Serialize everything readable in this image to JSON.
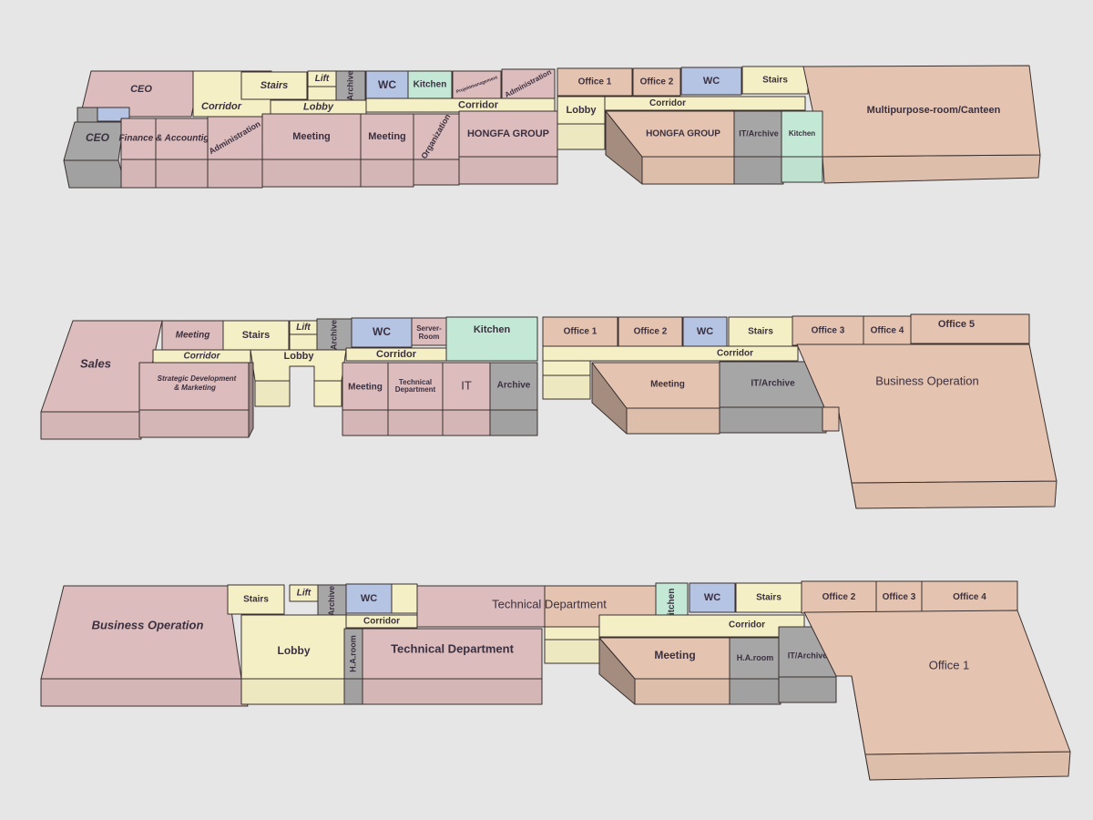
{
  "colors": {
    "office": "#dcbcbc",
    "peach": "#e4c4b0",
    "circulation": "#f5efc6",
    "storage": "#a6a6a6",
    "sanitary": "#b6c4e4",
    "kitchen": "#c4e8d6",
    "background": "#e6e6e6"
  },
  "floors": [
    {
      "name": "floor-upper",
      "rooms": [
        "CEO",
        "Corridor",
        "Stairs",
        "Lift",
        "Archive",
        "WC",
        "Kitchen",
        "Projektmanagement",
        "Administration",
        "Lobby",
        "Corridor",
        "CEO",
        "Finance & Accountig",
        "Administration",
        "Meeting",
        "Meeting",
        "Organization",
        "HONGFA GROUP",
        "Office 1",
        "Office 2",
        "WC",
        "Stairs",
        "Multipurpose-room/Canteen",
        "Lobby",
        "Corridor",
        "HONGFA GROUP",
        "IT/Archive",
        "Kitchen"
      ]
    },
    {
      "name": "floor-middle",
      "rooms": [
        "Sales",
        "Meeting",
        "Stairs",
        "Lift",
        "Archive",
        "WC",
        "Server-",
        "Room",
        "Kitchen",
        "Corridor",
        "Lobby",
        "Corridor",
        "Strategic Development",
        "& Marketing",
        "Meeting",
        "Technical",
        "Department",
        "IT",
        "Archive",
        "Office 1",
        "Office 2",
        "WC",
        "Stairs",
        "Office 3",
        "Office 4",
        "Office 5",
        "Corridor",
        "Meeting",
        "IT/Archive",
        "Business Operation"
      ]
    },
    {
      "name": "floor-lower",
      "rooms": [
        "Business Operation",
        "Stairs",
        "Lift",
        "Archive",
        "WC",
        "Lobby",
        "Corridor",
        "H.A.room",
        "Technical Department",
        "Technical Department",
        "Kitchen",
        "WC",
        "Stairs",
        "Office 2",
        "Office 3",
        "Office 4",
        "Corridor",
        "Meeting",
        "H.A.room",
        "IT/Archive",
        "Office 1"
      ]
    }
  ]
}
